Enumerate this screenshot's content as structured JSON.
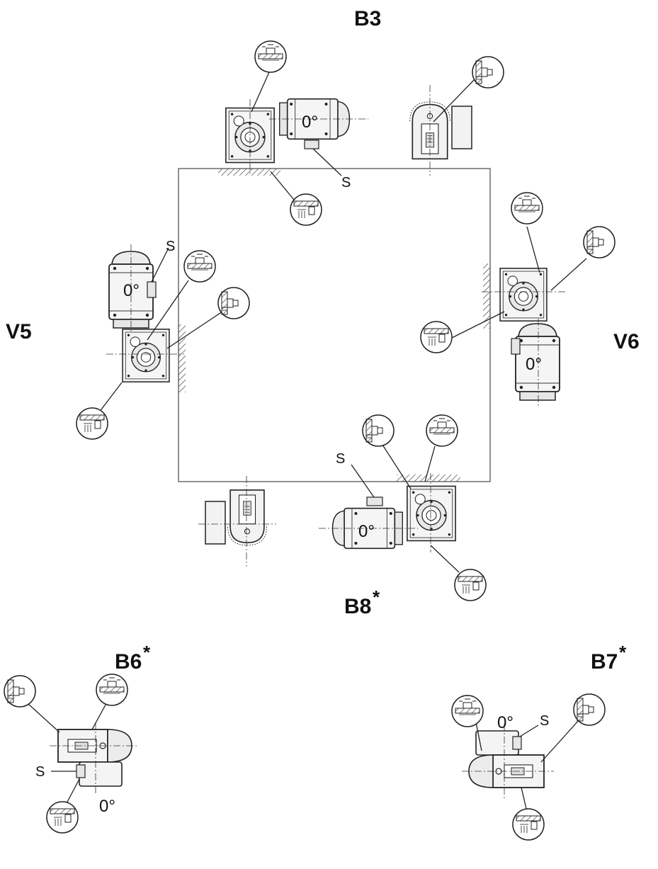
{
  "positions": {
    "b3": "B3",
    "v5": "V5",
    "v6": "V6",
    "b8": "B8",
    "b6": "B6",
    "b7": "B7",
    "star": "*"
  },
  "labels": {
    "s": "S",
    "angle": "0°"
  },
  "icons": [
    "breather-plug-icon",
    "level-plug-icon",
    "drain-plug-icon"
  ],
  "colors": {
    "line": "#222222",
    "hatch": "#444444",
    "background": "#ffffff"
  }
}
